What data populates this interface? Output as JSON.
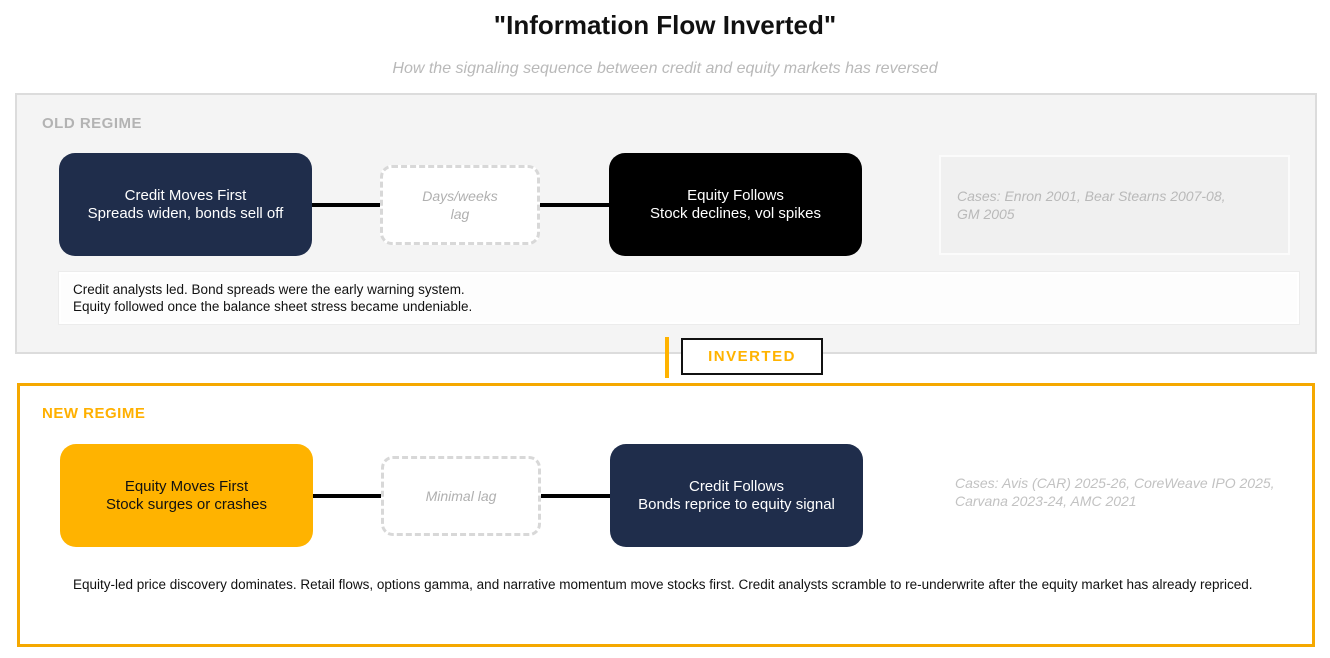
{
  "header": {
    "title": "\"Information Flow Inverted\"",
    "subtitle": "How the signaling sequence between credit and equity markets has reversed"
  },
  "old_regime": {
    "label": "OLD REGIME",
    "first_box": {
      "title": "Credit Moves First",
      "subtitle": "Spreads widen, bonds sell off"
    },
    "lag_box": {
      "line1": "Days/weeks",
      "line2": "lag"
    },
    "second_box": {
      "title": "Equity Follows",
      "subtitle": "Stock declines, vol spikes"
    },
    "cases": {
      "line1": "Cases: Enron 2001, Bear Stearns 2007-08,",
      "line2": "GM 2005"
    },
    "note": {
      "line1": "Credit analysts led. Bond spreads were the early warning system.",
      "line2": "Equity followed once the balance sheet stress became undeniable."
    }
  },
  "divider": {
    "label": "INVERTED"
  },
  "new_regime": {
    "label": "NEW REGIME",
    "first_box": {
      "title": "Equity Moves First",
      "subtitle": "Stock surges or crashes"
    },
    "lag_box": {
      "line1": "Minimal lag"
    },
    "second_box": {
      "title": "Credit Follows",
      "subtitle": "Bonds reprice to equity signal"
    },
    "cases": {
      "line1": "Cases: Avis (CAR) 2025-26, CoreWeave",
      "line2": "IPO 2025, Carvana 2023-24, AMC 2021"
    },
    "note": {
      "line1": "Equity-led price discovery dominates. Retail flows, options gamma, and narrative momentum",
      "line2": "move stocks first. Credit analysts scramble to re-underwrite after the equity market has already repriced."
    }
  },
  "colors": {
    "navy": "#1f2d4b",
    "black": "#000000",
    "amber": "#ffb300",
    "panel_gray_bg": "#f4f4f4",
    "panel_gray_border": "#dcdcdc",
    "label_gray": "#b3b3b3"
  }
}
